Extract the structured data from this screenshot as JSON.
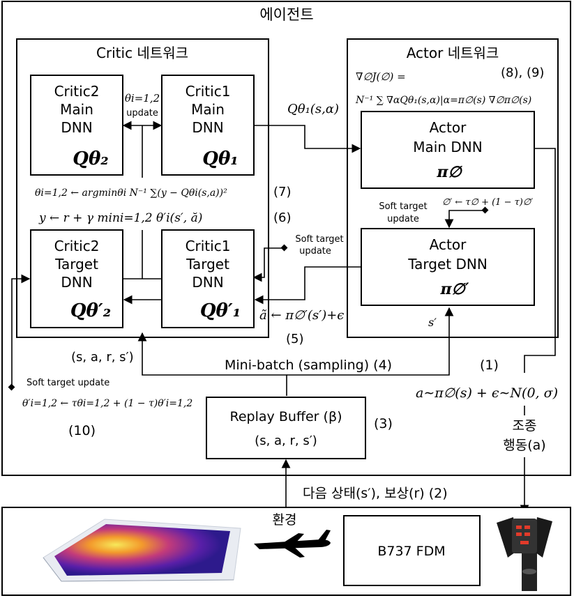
{
  "agent": {
    "title": "에이전트",
    "critic_network": "Critic 네트워크",
    "actor_network": "Actor 네트워크"
  },
  "critic2_main": {
    "line1": "Critic2",
    "line2": "Main",
    "line3": "DNN",
    "symbol": "Qθ₂"
  },
  "critic1_main": {
    "line1": "Critic1",
    "line2": "Main",
    "line3": "DNN",
    "symbol": "Qθ₁"
  },
  "critic2_target": {
    "line1": "Critic2",
    "line2": "Target",
    "line3": "DNN",
    "symbol": "Qθ′₂"
  },
  "critic1_target": {
    "line1": "Critic1",
    "line2": "Target",
    "line3": "DNN",
    "symbol": "Qθ′₁"
  },
  "actor_main": {
    "line1": "Actor",
    "line2": "Main DNN",
    "symbol": "π∅"
  },
  "actor_target": {
    "line1": "Actor",
    "line2": "Target DNN",
    "symbol": "π∅′"
  },
  "replay_buffer": {
    "title": "Replay Buffer (β)",
    "content": "(s, a, r, s′)"
  },
  "fdm": {
    "label": "B737 FDM"
  },
  "environment": {
    "label": "환경"
  },
  "labels": {
    "theta_update_symbol": "θi=1,2",
    "theta_update_word": "update",
    "q_theta1": "Qθ₁(s,α)",
    "actor_grad_line1": "∇∅J(∅) =",
    "actor_grad_line2": "N⁻¹ ∑ ∇αQθ₁(s,α)|α=π∅(s) ∇∅π∅(s)",
    "actor_eq_ref": "(8), (9)",
    "critic_loss": "θi=1,2 ← argminθi N⁻¹ ∑(y − Qθi(s,a))²",
    "critic_loss_ref": "(7)",
    "target_y": "y ← r + γ mini=1,2 θ′i(s′, ă)",
    "target_y_ref": "(6)",
    "soft_target_1": "Soft target",
    "soft_target_1b": "update",
    "actor_soft_eq": "∅′ ← τ∅ + (1 − τ)∅′",
    "soft_target_2": "Soft target",
    "soft_target_2b": "update",
    "a_tilde": "ã ← π∅′(s′)+ϵ",
    "a_tilde_ref": "(5)",
    "s_prime": "s′",
    "tuple_sample": "(s, a, r, s′)",
    "minibatch": "Mini-batch (sampling) (4)",
    "action_ref": "(1)",
    "action_eq": "a∼π∅(s) + ϵ∼N(0, σ)",
    "soft_target_3": "Soft target update",
    "critic_soft_eq": "θ′i=1,2 ← τθi=1,2 + (1 − τ)θ′i=1,2",
    "critic_soft_ref": "(10)",
    "replay_ref": "(3)",
    "control_action_1": "조종",
    "control_action_2": "행동(a)",
    "next_state": "다음 상태(s′), 보상(r) (2)"
  }
}
